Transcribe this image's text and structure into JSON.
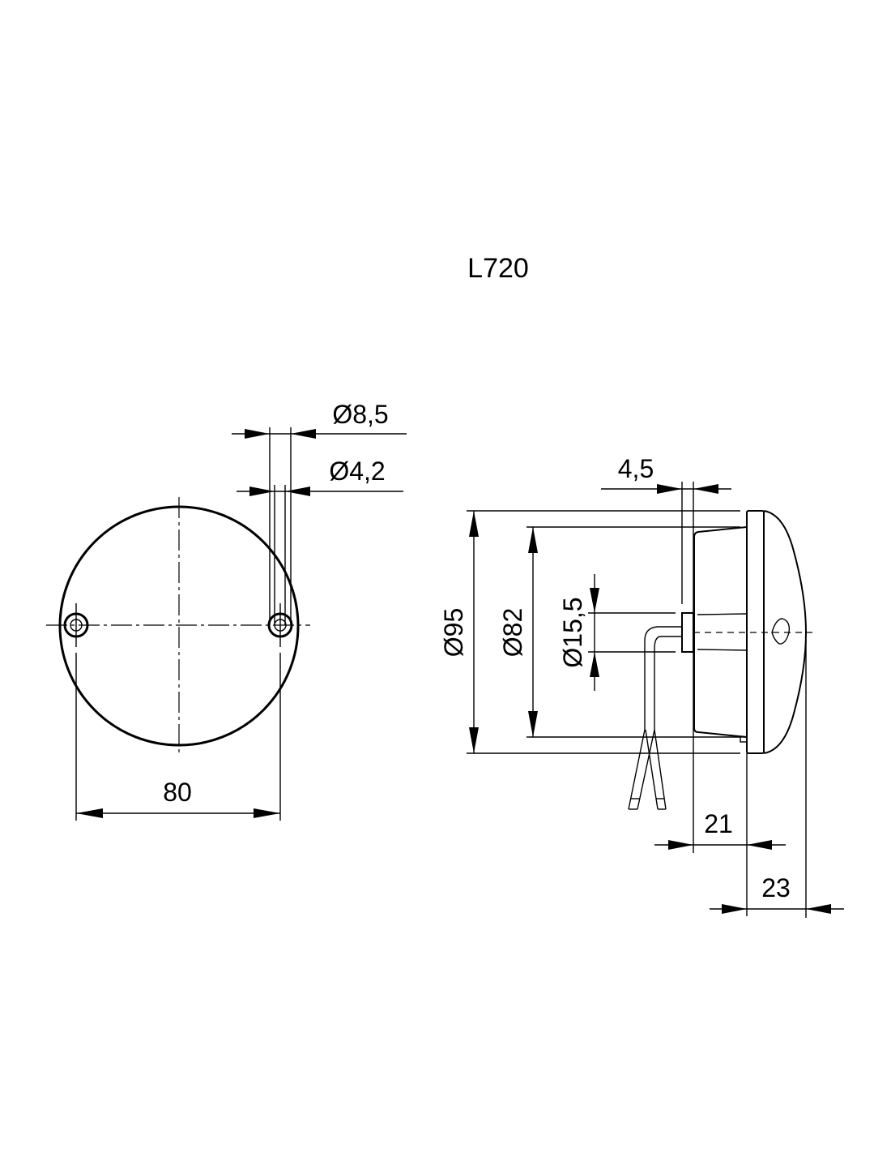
{
  "title": "L720",
  "front_view": {
    "hole_outer_diameter": "Ø8,5",
    "hole_inner_diameter": "Ø4,2",
    "hole_spacing": "80"
  },
  "side_view": {
    "outer_diameter": "Ø95",
    "body_diameter": "Ø82",
    "socket_diameter": "Ø15,5",
    "flange_offset": "4,5",
    "body_depth": "21",
    "lens_depth": "23"
  }
}
